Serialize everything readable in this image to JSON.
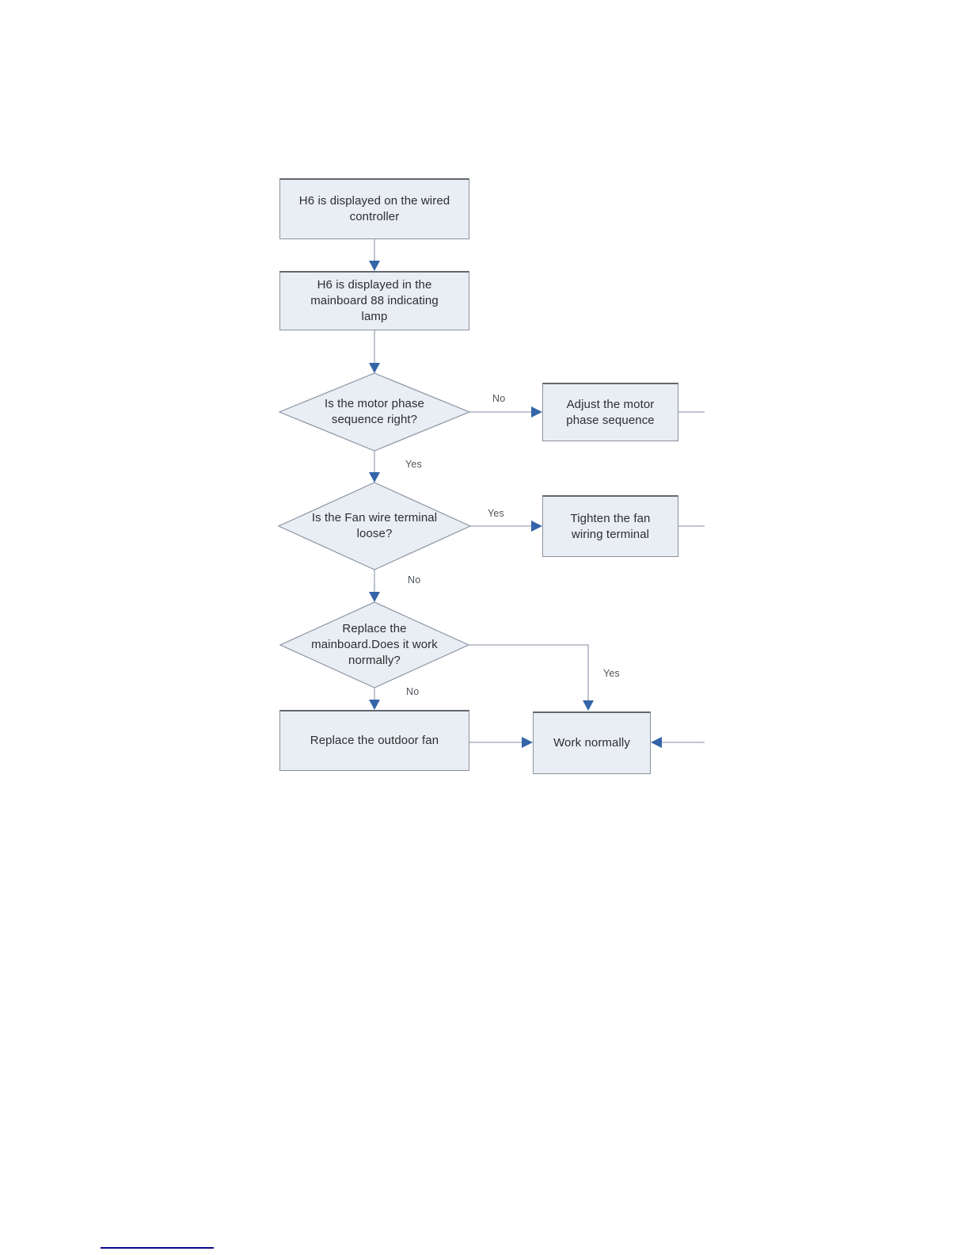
{
  "page": {
    "kind": "flowchart-document-page"
  },
  "colors": {
    "node_fill": "#e9edf4",
    "node_border": "#8b919b",
    "node_border_top": "#63686f",
    "connector": "#9aa5b1",
    "arrowhead": "#3465a8",
    "node_text": "#2e2e2e",
    "edge_label_text": "#4f5459",
    "footnote_line": "#0b0b8f",
    "background": "#ffffff"
  },
  "flowchart": {
    "nodes": {
      "start": "H6 is displayed on the wired controller",
      "indicator": "H6 is displayed in the mainboard 88 indicating lamp",
      "q_motor_phase": "Is the motor phase sequence right?",
      "adjust_phase": "Adjust the motor phase sequence",
      "q_fan_wire": "Is the Fan wire terminal loose?",
      "tighten_terminal": "Tighten the fan wiring terminal",
      "q_replace_mainboard": "Replace the mainboard.Does it work normally?",
      "replace_fan": "Replace the outdoor fan",
      "work_normally": "Work normally"
    },
    "edge_labels": {
      "motor_phase_no": "No",
      "motor_phase_yes": "Yes",
      "fan_wire_yes": "Yes",
      "fan_wire_no": "No",
      "replace_mainboard_yes": "Yes",
      "replace_mainboard_no": "No"
    }
  }
}
